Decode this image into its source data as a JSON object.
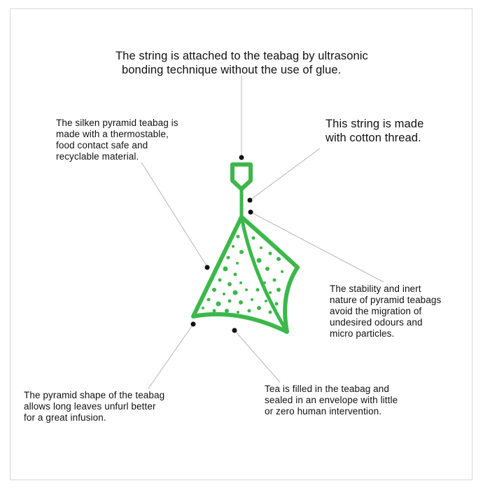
{
  "annotations": {
    "string_attachment": [
      "The string is attached to the teabag by ultrasonic",
      "bonding technique without the use of glue."
    ],
    "string_material": [
      "This string is made",
      "with cotton thread."
    ],
    "silken_material": [
      "The silken pyramid teabag is",
      "made with a thermostable,",
      "food contact safe and",
      "recyclable material."
    ],
    "stability": [
      "The stability and inert",
      "nature of pyramid teabags",
      "avoid the migration of",
      "undesired odours and",
      "micro particles."
    ],
    "pyramid_shape": [
      "The pyramid shape of the teabag",
      "allows long  leaves unfurl better",
      "for a great infusion."
    ],
    "filling": [
      "Tea is filled in the teabag and",
      "sealed in an envelope with  little",
      "or zero human intervention."
    ]
  },
  "colors": {
    "teabag_green": "#3cb84a",
    "leader_line": "#b5b5b5",
    "dot": "#111111",
    "frame": "#d8d8d8"
  }
}
